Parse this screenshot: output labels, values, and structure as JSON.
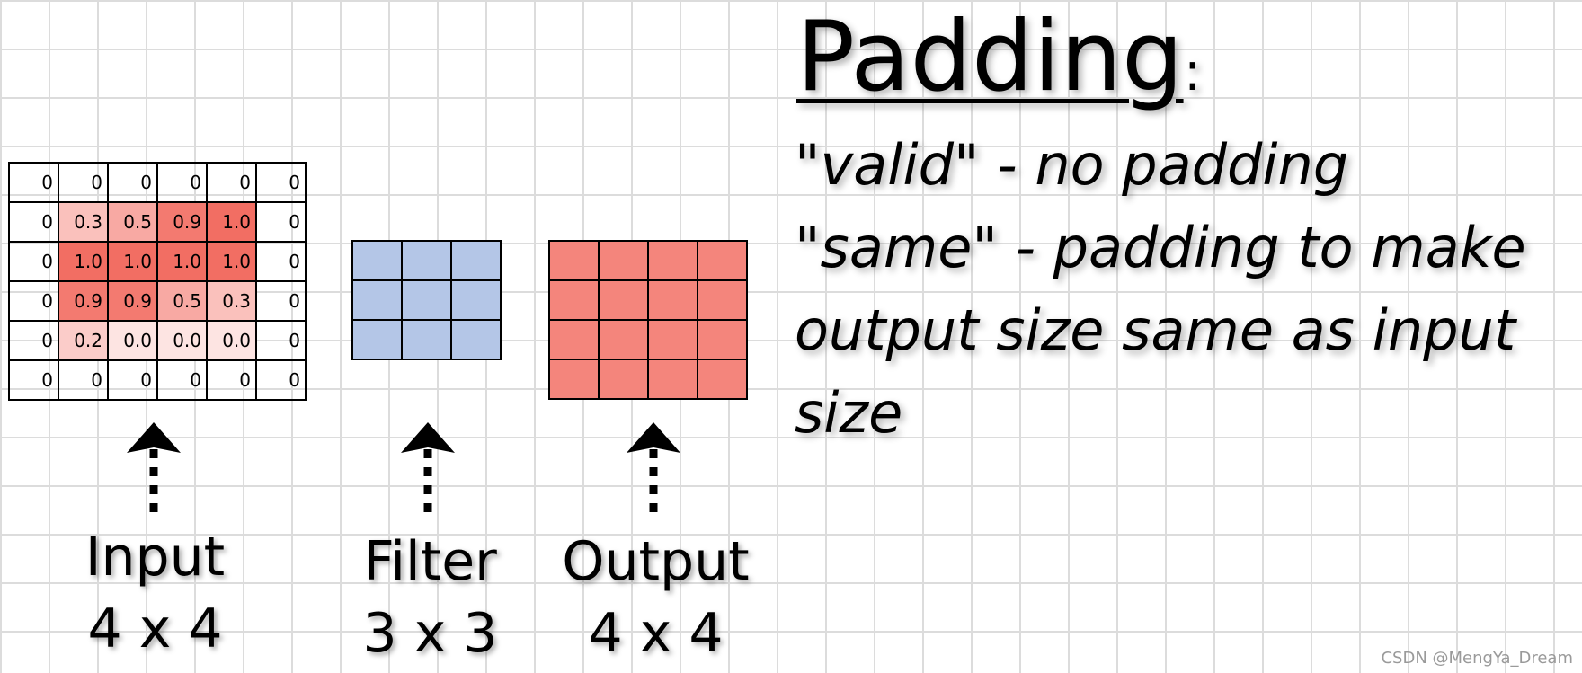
{
  "title": {
    "word": "Padding",
    "colon": ":"
  },
  "description": {
    "lines": [
      "\"valid\" - no padding",
      "\"same\" - padding to make",
      "output size same as input",
      "size"
    ]
  },
  "input_matrix": {
    "rows": [
      [
        "0",
        "0",
        "0",
        "0",
        "0",
        "0"
      ],
      [
        "0",
        "0.3",
        "0.5",
        "0.9",
        "1.0",
        "0"
      ],
      [
        "0",
        "1.0",
        "1.0",
        "1.0",
        "1.0",
        "0"
      ],
      [
        "0",
        "0.9",
        "0.9",
        "0.5",
        "0.3",
        "0"
      ],
      [
        "0",
        "0.2",
        "0.0",
        "0.0",
        "0.0",
        "0"
      ],
      [
        "0",
        "0",
        "0",
        "0",
        "0",
        "0"
      ]
    ]
  },
  "filter": {
    "rows": 3,
    "cols": 3
  },
  "output": {
    "rows": 4,
    "cols": 4
  },
  "labels": {
    "input": {
      "name": "Input",
      "size": "4 x 4"
    },
    "filter": {
      "name": "Filter",
      "size": "3 x 3"
    },
    "output": {
      "name": "Output",
      "size": "4 x 4"
    }
  },
  "colors": {
    "filter_fill": "#b4c6e7",
    "output_fill": "#f4857c",
    "heat_high": "#f26e63",
    "heat_low": "#fde4e2"
  },
  "watermark": "CSDN @MengYa_Dream"
}
